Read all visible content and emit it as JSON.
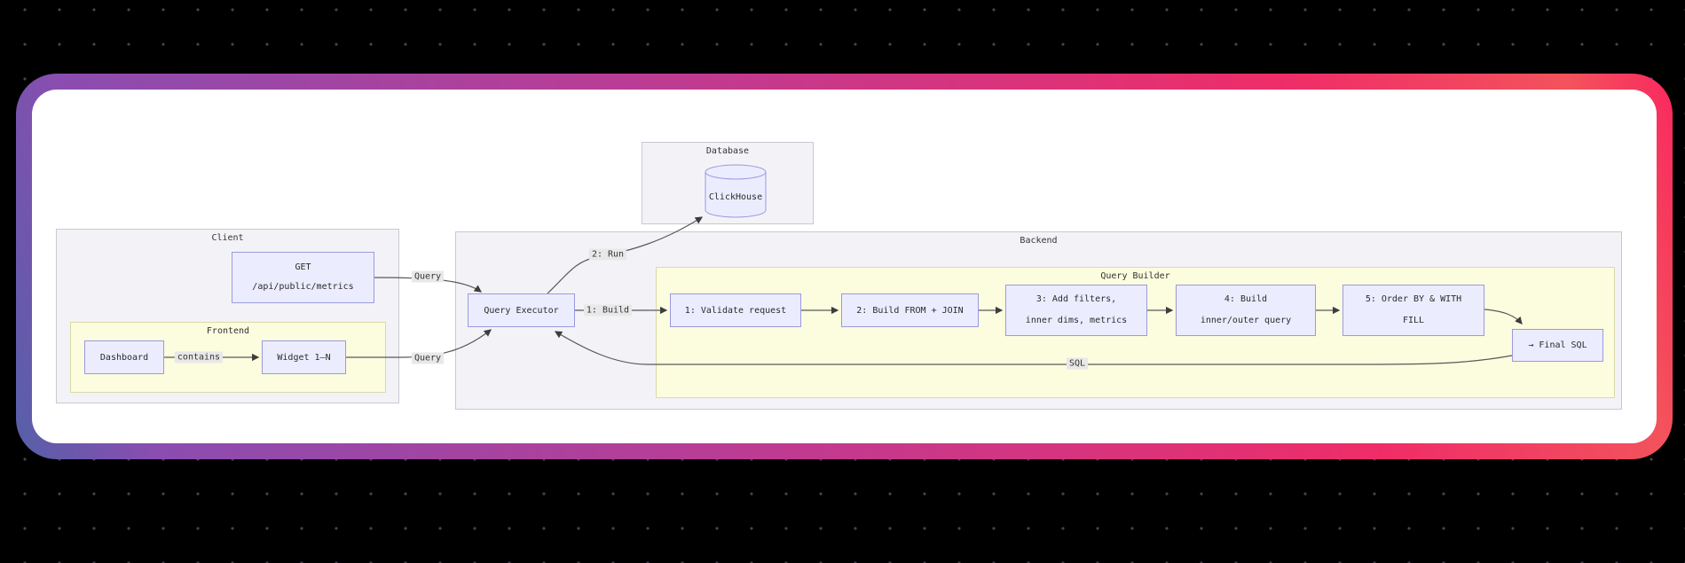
{
  "background": {
    "color": "#000000",
    "dot_color": "#45454c"
  },
  "card": {
    "background": "#ffffff",
    "gradient_stops": [
      "#5560a8",
      "#8a4db0",
      "#c13a90",
      "#ef2d68",
      "#f3535c",
      "#f9285e"
    ]
  },
  "diagram": {
    "clusters": {
      "database": {
        "title": "Database"
      },
      "client": {
        "title": "Client"
      },
      "frontend": {
        "title": "Frontend"
      },
      "backend": {
        "title": "Backend"
      },
      "query_builder": {
        "title": "Query Builder"
      }
    },
    "nodes": {
      "clickhouse": {
        "label": "ClickHouse",
        "shape": "cylinder"
      },
      "get_endpoint": {
        "line1": "GET",
        "line2": "/api/public/metrics"
      },
      "dashboard": {
        "label": "Dashboard"
      },
      "widget": {
        "label": "Widget 1–N"
      },
      "query_executor": {
        "label": "Query Executor"
      },
      "step1": {
        "label": "1: Validate request"
      },
      "step2": {
        "label": "2: Build FROM + JOIN"
      },
      "step3": {
        "line1": "3: Add filters,",
        "line2": "inner dims, metrics"
      },
      "step4": {
        "line1": "4: Build",
        "line2": "inner/outer query"
      },
      "step5": {
        "line1": "5: Order BY & WITH",
        "line2": "FILL"
      },
      "final_sql": {
        "label": "→ Final SQL"
      }
    },
    "edges": [
      {
        "from": "get_endpoint",
        "to": "query_executor",
        "label": "Query"
      },
      {
        "from": "widget",
        "to": "query_executor",
        "label": "Query"
      },
      {
        "from": "dashboard",
        "to": "widget",
        "label": "contains"
      },
      {
        "from": "query_executor",
        "to": "clickhouse",
        "label": "2: Run"
      },
      {
        "from": "query_executor",
        "to": "step1",
        "label": "1: Build"
      },
      {
        "from": "step1",
        "to": "step2",
        "label": ""
      },
      {
        "from": "step2",
        "to": "step3",
        "label": ""
      },
      {
        "from": "step3",
        "to": "step4",
        "label": ""
      },
      {
        "from": "step4",
        "to": "step5",
        "label": ""
      },
      {
        "from": "step5",
        "to": "final_sql",
        "label": ""
      },
      {
        "from": "final_sql",
        "to": "query_executor",
        "label": "SQL"
      }
    ],
    "colors": {
      "node_fill": "#ececff",
      "node_border": "#9a9ae0",
      "cluster_fill": "#f3f3f7",
      "cluster_border": "#c8c8d2",
      "yellow_cluster_fill": "#fcfcdf",
      "yellow_cluster_border": "#d9d9a8",
      "edge": "#595959",
      "edge_label_bg": "#e8e8e8",
      "text": "#333333"
    }
  }
}
